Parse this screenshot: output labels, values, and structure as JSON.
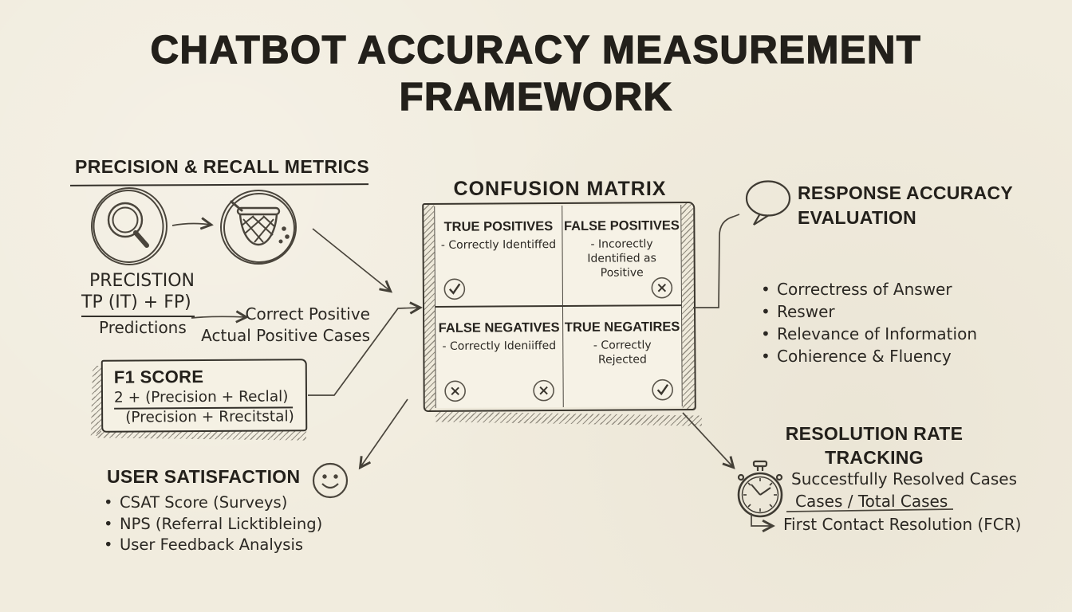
{
  "colors": {
    "background": "#F1ECDE",
    "ink": "#2B2823",
    "panel": "#F6F2E6"
  },
  "title": {
    "line1": "CHATBOT ACCURACY MEASUREMENT",
    "line2": "FRAMEWORK"
  },
  "precision_recall": {
    "heading": "PRECISION & RECALL METRICS",
    "icons": [
      "magnifier-icon",
      "net-icon"
    ],
    "precision_label": "PRECISTION",
    "fraction_numerator": "TP (IT) + FP)",
    "fraction_denominator": "Predictions",
    "note_line1": "Correct Positive",
    "note_line2": "Actual Positive Cases"
  },
  "f1_score": {
    "heading": "F1 SCORE",
    "numerator": "2 + (Precision + Reclal)",
    "denominator": "(Precision + Rrecitstal)"
  },
  "user_satisfaction": {
    "heading": "USER SATISFACTION",
    "icon": "smiley-icon",
    "items": [
      "CSAT Score (Surveys)",
      "NPS (Referral Licktibleing)",
      "User Feedback Analysis"
    ]
  },
  "confusion_matrix": {
    "heading": "CONFUSION MATRIX",
    "cells": [
      {
        "title": "TRUE POSITIVES",
        "desc": "- Correctly Identiffed",
        "marks": [
          "check"
        ]
      },
      {
        "title": "FALSE POSITIVES",
        "desc": "- Incorectly Identified as Positive",
        "marks": [
          "cross"
        ]
      },
      {
        "title": "FALSE NEGATIVES",
        "desc": "- Correctly Ideniiffed",
        "marks": [
          "cross",
          "cross"
        ]
      },
      {
        "title": "TRUE NEGATIRES",
        "desc": "- Correctly Rejected",
        "marks": [
          "check"
        ]
      }
    ]
  },
  "response_accuracy": {
    "heading_line1": "RESPONSE ACCURACY",
    "heading_line2": "EVALUATION",
    "icon": "speech-bubble-icon",
    "items": [
      "Correctress of Answer",
      "Reswer",
      "Relevance of Information",
      "Cohierence & Fluency"
    ]
  },
  "resolution_rate": {
    "heading_line1": "RESOLUTION RATE",
    "heading_line2": "TRACKING",
    "icon": "stopwatch-icon",
    "formula_line1": "Succestfully Resolved Cases",
    "formula_line2": "Cases / Total Cases",
    "note": "First Contact Resolution (FCR)"
  }
}
